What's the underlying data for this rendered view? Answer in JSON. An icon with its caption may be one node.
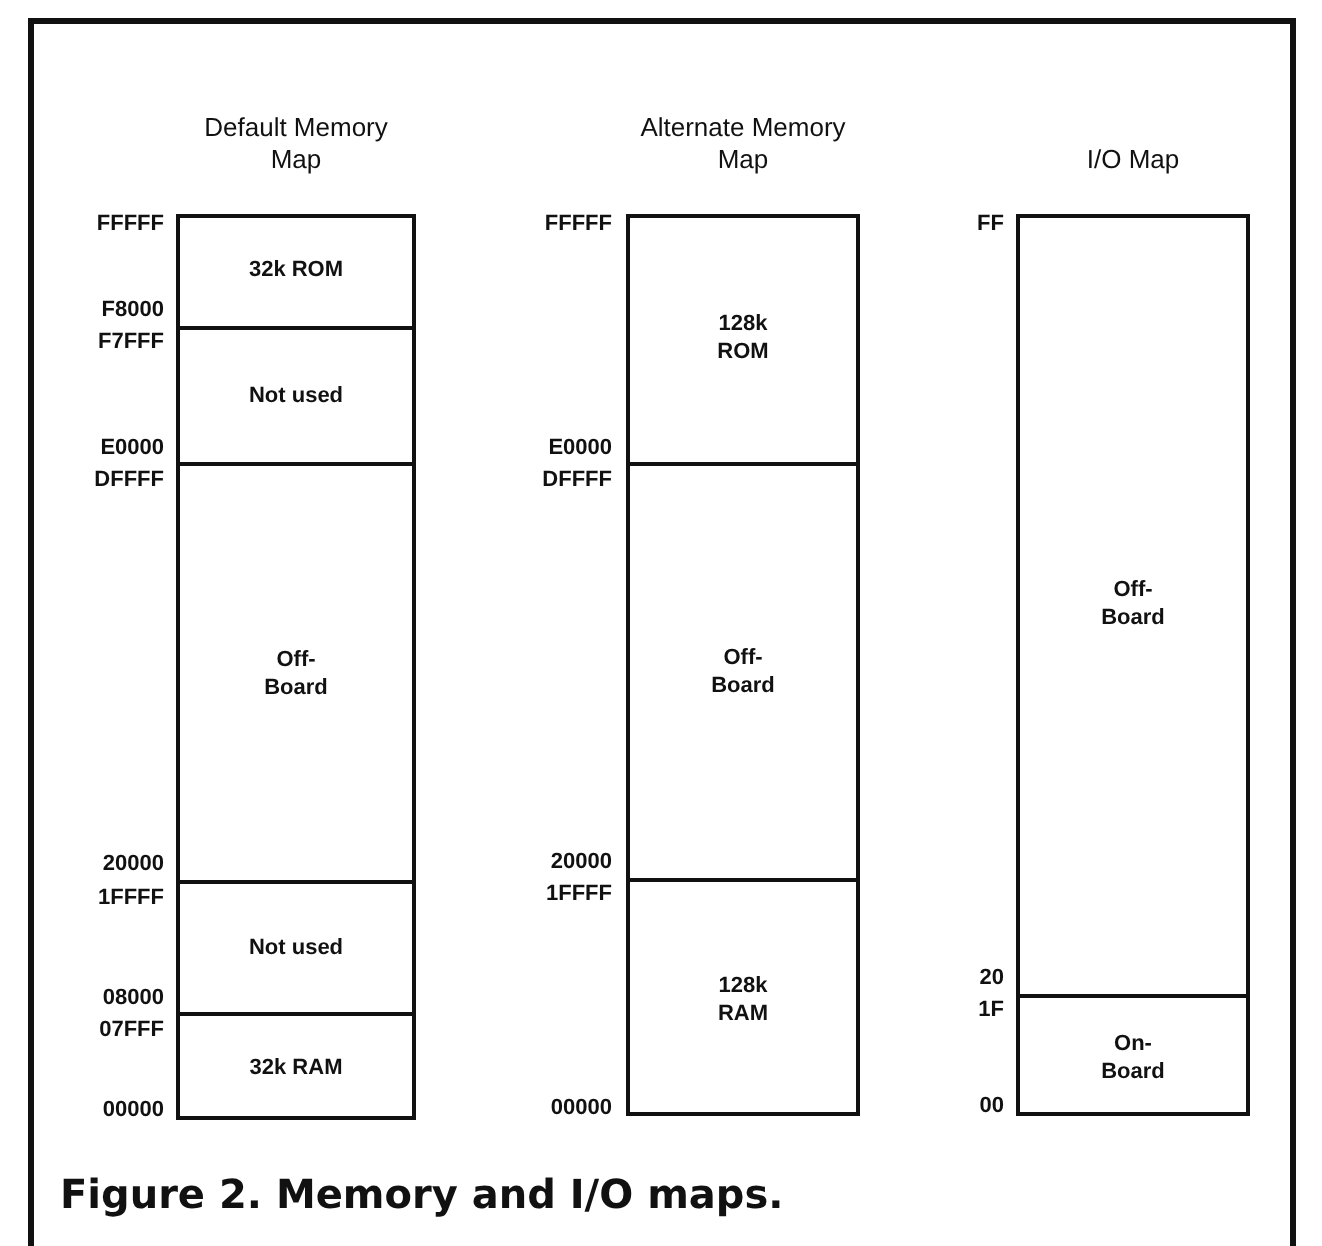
{
  "diagram": {
    "caption": "Figure 2. Memory and I/O maps.",
    "nodes": [
      {
        "text": [
          "Default Memory Map"
        ]
      },
      {
        "text": [
          "32k ROM"
        ],
        "in": 0
      },
      {
        "text": [
          "Not used"
        ],
        "in": 0
      },
      {
        "text": [
          "Off-Board"
        ],
        "in": 0
      },
      {
        "text": [
          "Not used"
        ],
        "in": 0
      },
      {
        "text": [
          "32k RAM"
        ],
        "in": 0
      },
      {
        "text": [
          "Alternate Memory Map"
        ]
      },
      {
        "text": [
          "128k ROM"
        ],
        "in": 6
      },
      {
        "text": [
          "Off-Board"
        ],
        "in": 6
      },
      {
        "text": [
          "128k RAM"
        ],
        "in": 6
      },
      {
        "text": [
          "I/O Map"
        ]
      },
      {
        "text": [
          "Off-Board"
        ],
        "in": 10
      },
      {
        "text": [
          "On-Board"
        ],
        "in": 10
      }
    ],
    "labels": [
      "FFFFF",
      "F8000",
      "F7FFF",
      "E0000",
      "DFFFF",
      "20000",
      "1FFFF",
      "08000",
      "07FFF",
      "00000",
      "FFFFF",
      "E0000",
      "DFFFF",
      "20000",
      "1FFFF",
      "00000",
      "FF",
      "20",
      "1F",
      "00"
    ]
  }
}
